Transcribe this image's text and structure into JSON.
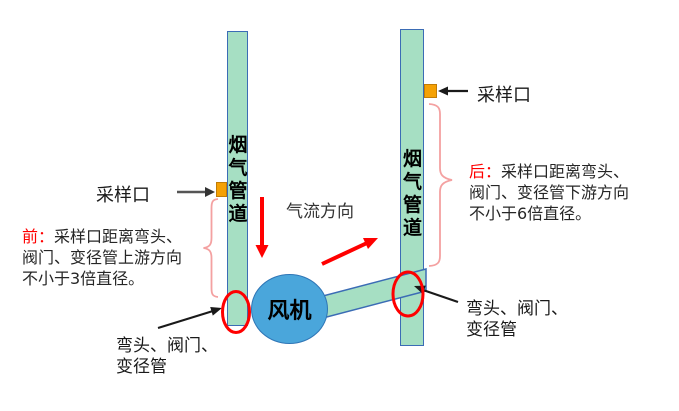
{
  "colors": {
    "duct_fill": "#A6DFC3",
    "duct_border": "#3B6CB5",
    "fan_fill": "#4AA6DB",
    "fan_border": "#2E75B6",
    "port_fill": "#F5A104",
    "port_border": "#C17C06",
    "accent_red": "#FF0000",
    "bracket_pink": "#F4A1A1",
    "arrow_gray": "#555555",
    "arrow_black": "#1a1a1a",
    "text_dark": "#262626"
  },
  "ducts": {
    "left": {
      "label": "烟气管道"
    },
    "right": {
      "label": "烟气管道"
    }
  },
  "fan": {
    "label": "风机"
  },
  "flow": {
    "label": "气流方向"
  },
  "sampling": {
    "left": {
      "label": "采样口"
    },
    "right": {
      "label": "采样口"
    }
  },
  "notes": {
    "upstream": {
      "prefix": "前：",
      "line1": "采样口距离弯头、",
      "line2": "阀门、变径管上游方向",
      "line3": "不小于3倍直径。"
    },
    "downstream": {
      "prefix": "后：",
      "line1": "采样口距离弯头、",
      "line2": "阀门、变径管下游方向",
      "line3": "不小于6倍直径。"
    }
  },
  "bends": {
    "left": {
      "line1": "弯头、阀门、",
      "line2": "变径管"
    },
    "right": {
      "line1": "弯头、阀门、",
      "line2": "变径管"
    }
  }
}
